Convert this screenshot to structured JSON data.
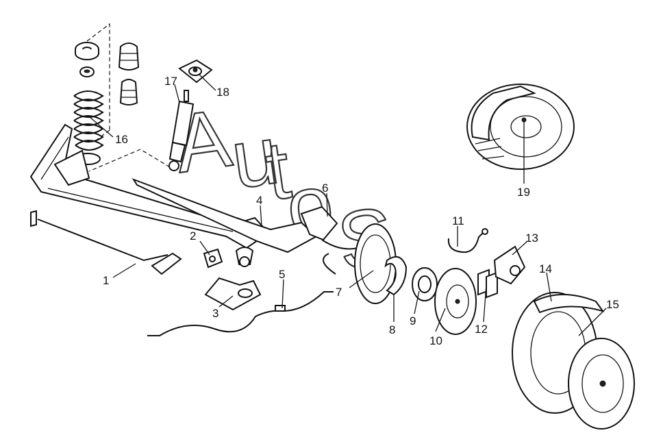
{
  "watermark": {
    "letters": [
      "A",
      "u",
      "t",
      "o",
      "S"
    ]
  },
  "callouts": {
    "c1": "1",
    "c2": "2",
    "c3": "3",
    "c4": "4",
    "c5": "5",
    "c6": "6",
    "c7": "7",
    "c8": "8",
    "c9": "9",
    "c10": "10",
    "c11": "11",
    "c12": "12",
    "c13": "13",
    "c14": "14",
    "c15": "15",
    "c16": "16",
    "c17": "17",
    "c18": "18",
    "c19": "19"
  }
}
